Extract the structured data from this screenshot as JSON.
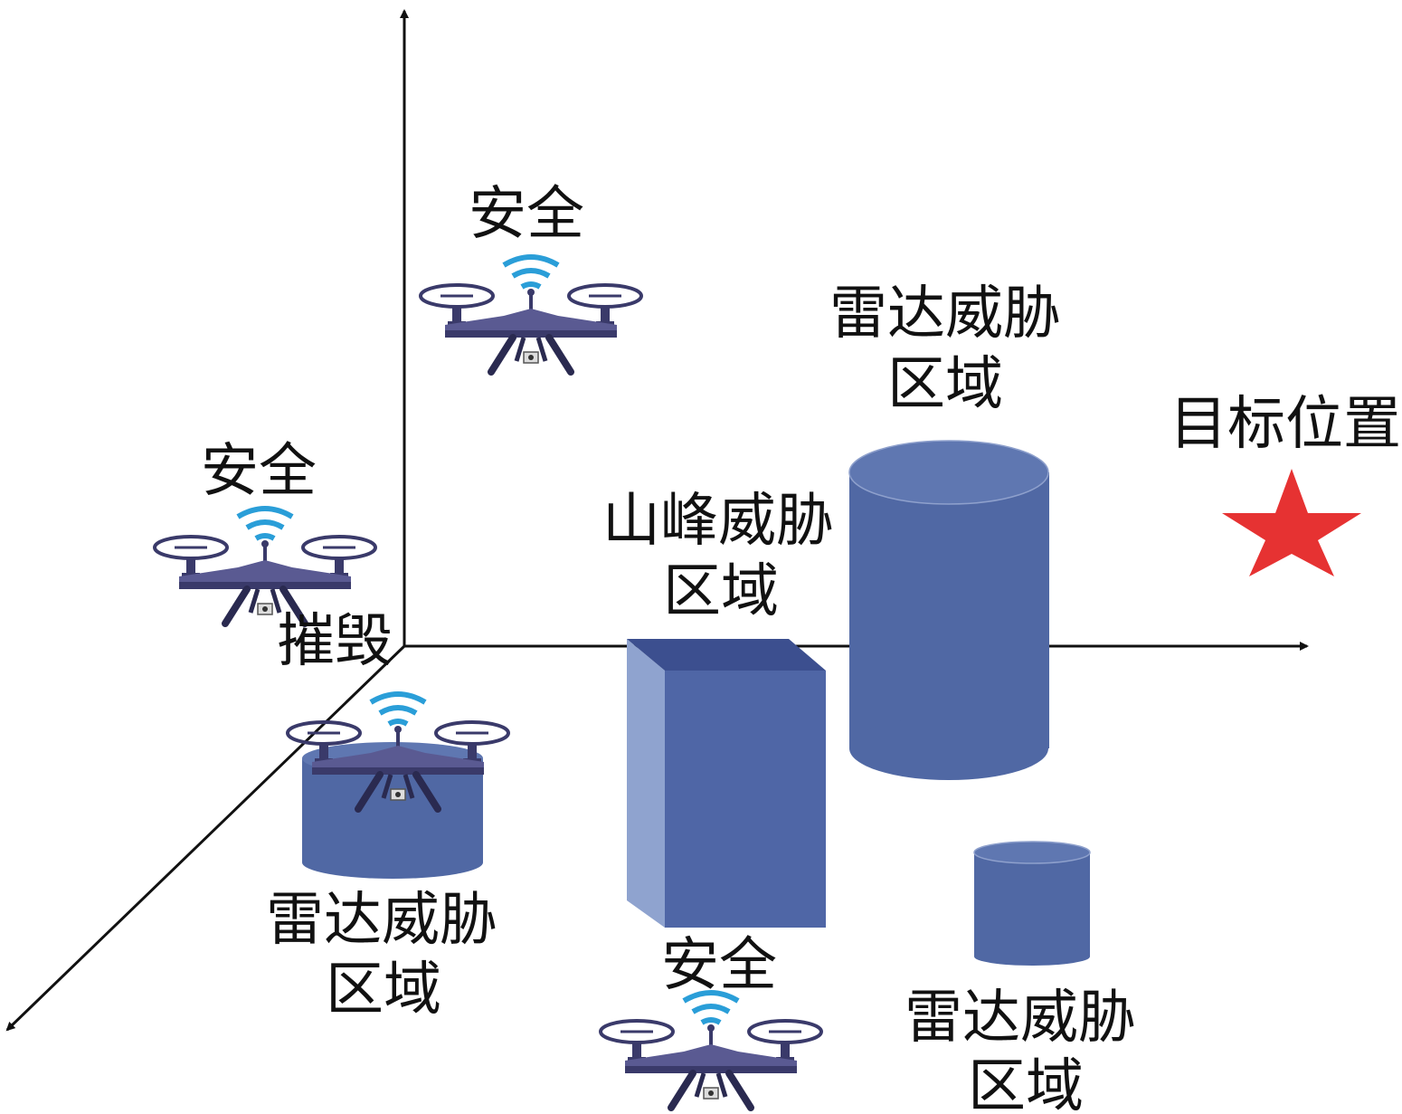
{
  "labels": {
    "safe_top": "安全",
    "safe_left": "安全",
    "safe_bottom": "安全",
    "destroyed": "摧毁",
    "radar_large_line1": "雷达威胁",
    "radar_large_line2": "区域",
    "mountain_line1": "山峰威胁",
    "mountain_line2": "区域",
    "radar_left_line1": "雷达威胁",
    "radar_left_line2": "区域",
    "radar_small_line1": "雷达威胁",
    "radar_small_line2": "区域",
    "target": "目标位置"
  },
  "colors": {
    "threat_fill": "#5068a4",
    "threat_top": "#5f77b1",
    "mountain_front": "#4f66a6",
    "mountain_side": "#8fa3cf",
    "mountain_top": "#3c4f8f",
    "drone_body": "#3a3a6a",
    "signal": "#2a9ed8",
    "target_star": "#e63232",
    "axis": "#111111"
  },
  "icons": [
    "drone-icon",
    "signal-icon",
    "star-icon",
    "cylinder-shape",
    "box-shape"
  ]
}
